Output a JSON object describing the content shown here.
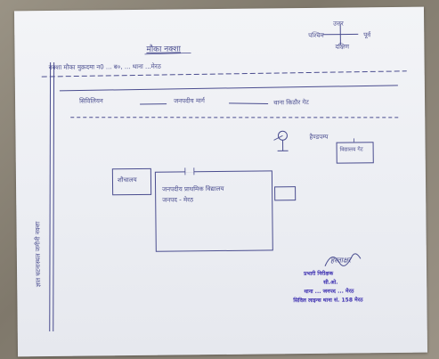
{
  "document": {
    "title": "मौका नक्शा",
    "north_label": "उत्तर",
    "east_label": "पूर्व",
    "south_label": "दक्षिण",
    "west_label": "पश्चिम",
    "case_line": "नक्शा मौका मुक़दमा न0 ... ब०, ... थाना ...मेरठ",
    "road_line_left": "सिविलियन",
    "road_line_mid": "जनपदीय मार्ग",
    "road_line_right": "थाना किठौर गेट",
    "hand_pump_label": "हैण्डपम्प",
    "building_label": "जनपदीय प्राथमिक विद्यालय\nजनपद - मेरठ",
    "left_room_label": "शौचालय",
    "right_box_label": "विद्यालय गेट",
    "side_caption": "ज्ञात घटनास्थल जमीनी नक्शा",
    "signature_label": "हस्ताक्षर"
  },
  "seal": {
    "line1": "प्रभारी निरीक्षक",
    "line2": "सी.ओ.",
    "line3": "थाना ... जनपद ... मेरठ",
    "line4": "सिविल लाइन्स थाना सं. 158 मेरठ"
  }
}
